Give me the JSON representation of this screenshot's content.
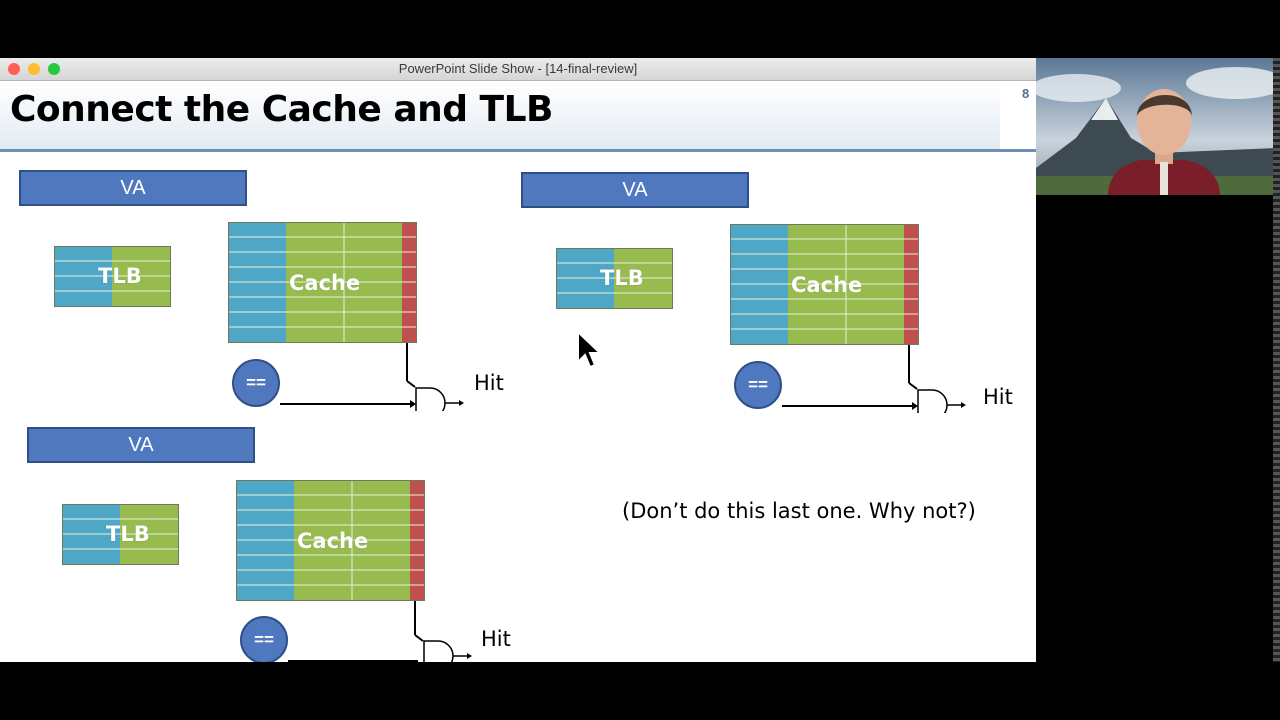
{
  "window": {
    "title": "PowerPoint Slide Show - [14-final-review]",
    "traffic_lights": {
      "close": "#fe5f57",
      "minimize": "#febc2e",
      "zoom": "#28c840"
    }
  },
  "slide": {
    "title": "Connect the Cache and TLB",
    "page_number": "8",
    "note": "(Don’t do this last one. Why not?)",
    "colors": {
      "va": "#4f78be",
      "blue_col": "#4ea7c7",
      "green_col": "#98bb4f",
      "red_col": "#c0504d"
    },
    "diagrams": [
      {
        "va_label": "VA",
        "tlb_label": "TLB",
        "cache_label": "Cache",
        "compare_label": "==",
        "hit_label": "Hit"
      },
      {
        "va_label": "VA",
        "tlb_label": "TLB",
        "cache_label": "Cache",
        "compare_label": "==",
        "hit_label": "Hit"
      },
      {
        "va_label": "VA",
        "tlb_label": "TLB",
        "cache_label": "Cache",
        "compare_label": "==",
        "hit_label": "Hit"
      }
    ]
  },
  "webcam": {
    "description_icon": "webcam-feed"
  }
}
